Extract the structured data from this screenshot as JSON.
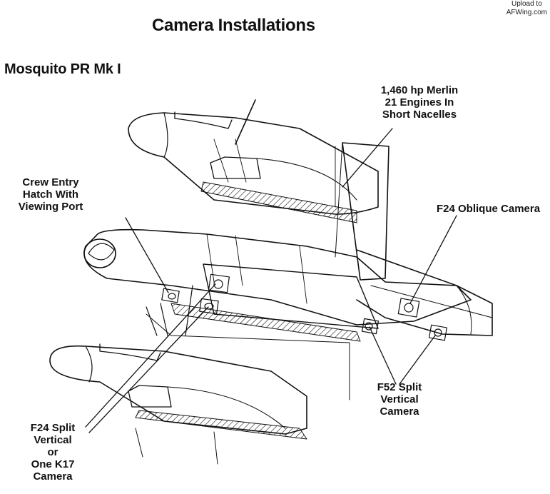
{
  "watermark": {
    "line1": "Upload to",
    "line2": "AFWing.com"
  },
  "title": "Camera Installations",
  "subtitle": "Mosquito PR Mk I",
  "callouts": {
    "engines": [
      "1,460 hp Merlin",
      "21 Engines In",
      "Short Nacelles"
    ],
    "crew_hatch": [
      "Crew Entry",
      "Hatch With",
      "Viewing Port"
    ],
    "oblique_camera": [
      "F24 Oblique Camera"
    ],
    "f52_camera": [
      "F52 Split",
      "Vertical",
      "Camera"
    ],
    "f24_split": [
      "F24 Split",
      "Vertical",
      "or",
      "One K17",
      "Camera"
    ]
  },
  "colors": {
    "ink": "#111111",
    "paper": "#ffffff"
  }
}
